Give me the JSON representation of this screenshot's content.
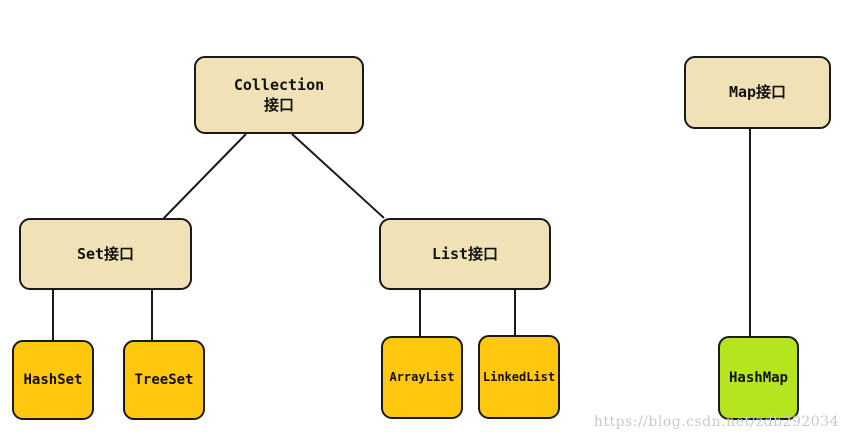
{
  "diagram": {
    "nodes": {
      "collection": "Collection\n接口",
      "set": "Set接口",
      "list": "List接口",
      "map": "Map接口",
      "hashset": "HashSet",
      "treeset": "TreeSet",
      "arraylist": "ArrayList",
      "linkedlist": "LinkedList",
      "hashmap": "HashMap"
    },
    "edges": [
      [
        "collection",
        "set"
      ],
      [
        "collection",
        "list"
      ],
      [
        "set",
        "hashset"
      ],
      [
        "set",
        "treeset"
      ],
      [
        "list",
        "arraylist"
      ],
      [
        "list",
        "linkedlist"
      ],
      [
        "map",
        "hashmap"
      ]
    ],
    "colors": {
      "interface": "#f0e2b6",
      "set_list_impl": "#ffc80f",
      "map_impl": "#b4e51e",
      "border": "#1a1a1a"
    }
  },
  "watermark": "https://blog.csdn.net/zdb292034"
}
